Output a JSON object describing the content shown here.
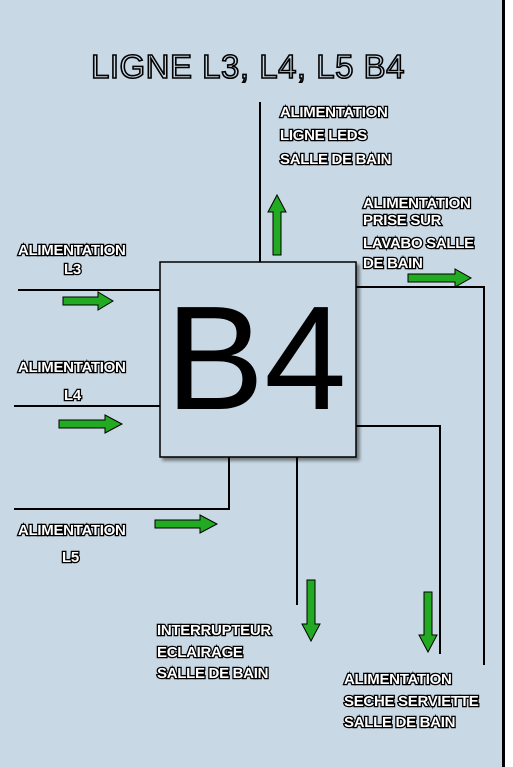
{
  "title": "LIGNE L3, L4, L5  B4",
  "box_label": "B4",
  "labels": {
    "in_l3_line1": "ALIMENTATION",
    "in_l3_line2": "L3",
    "in_l4_line1": "ALIMENTATION",
    "in_l4_line2": "L4",
    "in_l5_line1": "ALIMENTATION",
    "in_l5_line2": "L5",
    "out_leds_line1": "ALIMENTATION",
    "out_leds_line2": "LIGNE LEDS",
    "out_leds_line3": "SALLE DE BAIN",
    "out_prise_line1": "ALIMENTATION",
    "out_prise_line2": "PRISE SUR",
    "out_prise_line3": "LAVABO SALLE",
    "out_prise_line4": "DE BAIN",
    "out_interrupteur_line1": "INTERRUPTEUR",
    "out_interrupteur_line2": "ECLAIRAGE",
    "out_interrupteur_line3": "SALLE DE BAIN",
    "out_seche_line1": "ALIMENTATION",
    "out_seche_line2": "SECHE SERVIETTE",
    "out_seche_line3": "SALLE DE BAIN"
  },
  "colors": {
    "background": "#c8d8e4",
    "arrow": "#22aa22",
    "box": "#c8d8e4"
  }
}
